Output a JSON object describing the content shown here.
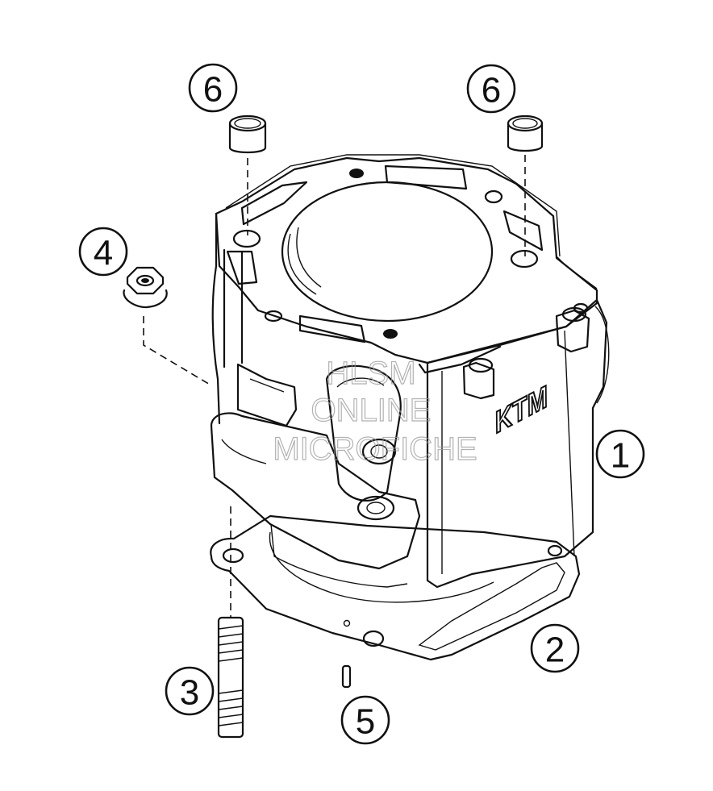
{
  "diagram": {
    "callouts": [
      {
        "id": "c1",
        "label": "1"
      },
      {
        "id": "c2",
        "label": "2"
      },
      {
        "id": "c3",
        "label": "3"
      },
      {
        "id": "c4",
        "label": "4"
      },
      {
        "id": "c5",
        "label": "5"
      },
      {
        "id": "c6a",
        "label": "6"
      },
      {
        "id": "c6b",
        "label": "6"
      }
    ],
    "brand_mark": "KTM",
    "watermark": [
      "HLSM",
      "ONLINE",
      "MICROFICHE"
    ]
  }
}
